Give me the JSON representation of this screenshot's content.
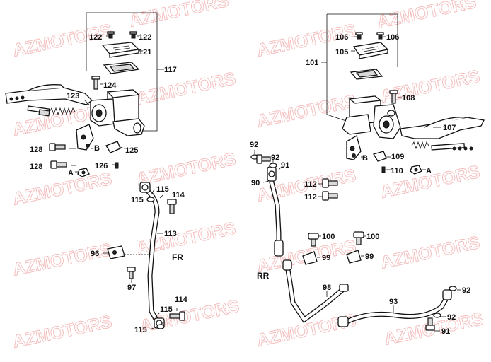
{
  "watermark": "AZMOTORS",
  "watermark_color": "#f3b9b9",
  "left_assembly": {
    "labels": {
      "p122a": "122",
      "p122b": "122",
      "p121": "121",
      "p117": "117",
      "p124": "124",
      "p123": "123",
      "p128a": "128",
      "p128b": "128",
      "pB": "B",
      "p125": "125",
      "p126": "126",
      "pA": "A"
    }
  },
  "right_assembly": {
    "labels": {
      "p106a": "106",
      "p106b": "106",
      "p105": "105",
      "p101": "101",
      "p108": "108",
      "p107": "107",
      "pB": "B",
      "p109": "109",
      "p110": "110",
      "pA": "A"
    }
  },
  "front_hose": {
    "tag": "FR",
    "labels": {
      "p115a": "115",
      "p115b": "115",
      "p114a": "114",
      "p113": "113",
      "p96": "96",
      "p97": "97",
      "p114b": "114",
      "p115c": "115",
      "p115d": "115"
    }
  },
  "rear_hose": {
    "tag": "RR",
    "labels": {
      "p92a": "92",
      "p92b": "92",
      "p91a": "91",
      "p90": "90",
      "p112a": "112",
      "p112b": "112",
      "p100a": "100",
      "p100b": "100",
      "p99a": "99",
      "p99b": "99",
      "p98": "98",
      "p93": "93",
      "p92c": "92",
      "p92d": "92",
      "p91b": "91"
    }
  }
}
